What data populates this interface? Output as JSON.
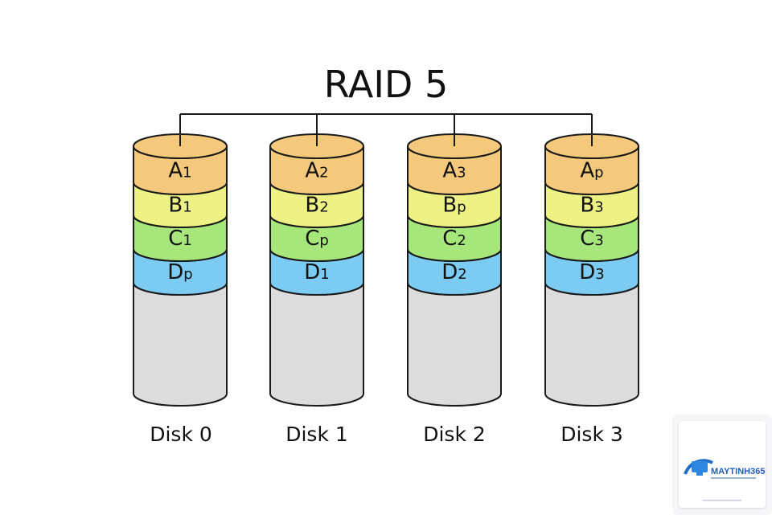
{
  "title": "RAID 5",
  "colors": {
    "row_a": "#f4c97b",
    "row_b": "#eef285",
    "row_c": "#a6e67a",
    "row_d": "#7ccbf3",
    "empty": "#dcdcdc",
    "stroke": "#1a1a1a"
  },
  "disks": [
    {
      "label": "Disk 0",
      "blocks": [
        {
          "base": "A",
          "sub": "1"
        },
        {
          "base": "B",
          "sub": "1"
        },
        {
          "base": "C",
          "sub": "1"
        },
        {
          "base": "D",
          "sub": "p"
        }
      ]
    },
    {
      "label": "Disk 1",
      "blocks": [
        {
          "base": "A",
          "sub": "2"
        },
        {
          "base": "B",
          "sub": "2"
        },
        {
          "base": "C",
          "sub": "p"
        },
        {
          "base": "D",
          "sub": "1"
        }
      ]
    },
    {
      "label": "Disk 2",
      "blocks": [
        {
          "base": "A",
          "sub": "3"
        },
        {
          "base": "B",
          "sub": "p"
        },
        {
          "base": "C",
          "sub": "2"
        },
        {
          "base": "D",
          "sub": "2"
        }
      ]
    },
    {
      "label": "Disk 3",
      "blocks": [
        {
          "base": "A",
          "sub": "p"
        },
        {
          "base": "B",
          "sub": "3"
        },
        {
          "base": "C",
          "sub": "3"
        },
        {
          "base": "D",
          "sub": "3"
        }
      ]
    }
  ],
  "watermark": {
    "brand": "MAYTINH365",
    "icon": "monitor-swoosh-icon"
  }
}
